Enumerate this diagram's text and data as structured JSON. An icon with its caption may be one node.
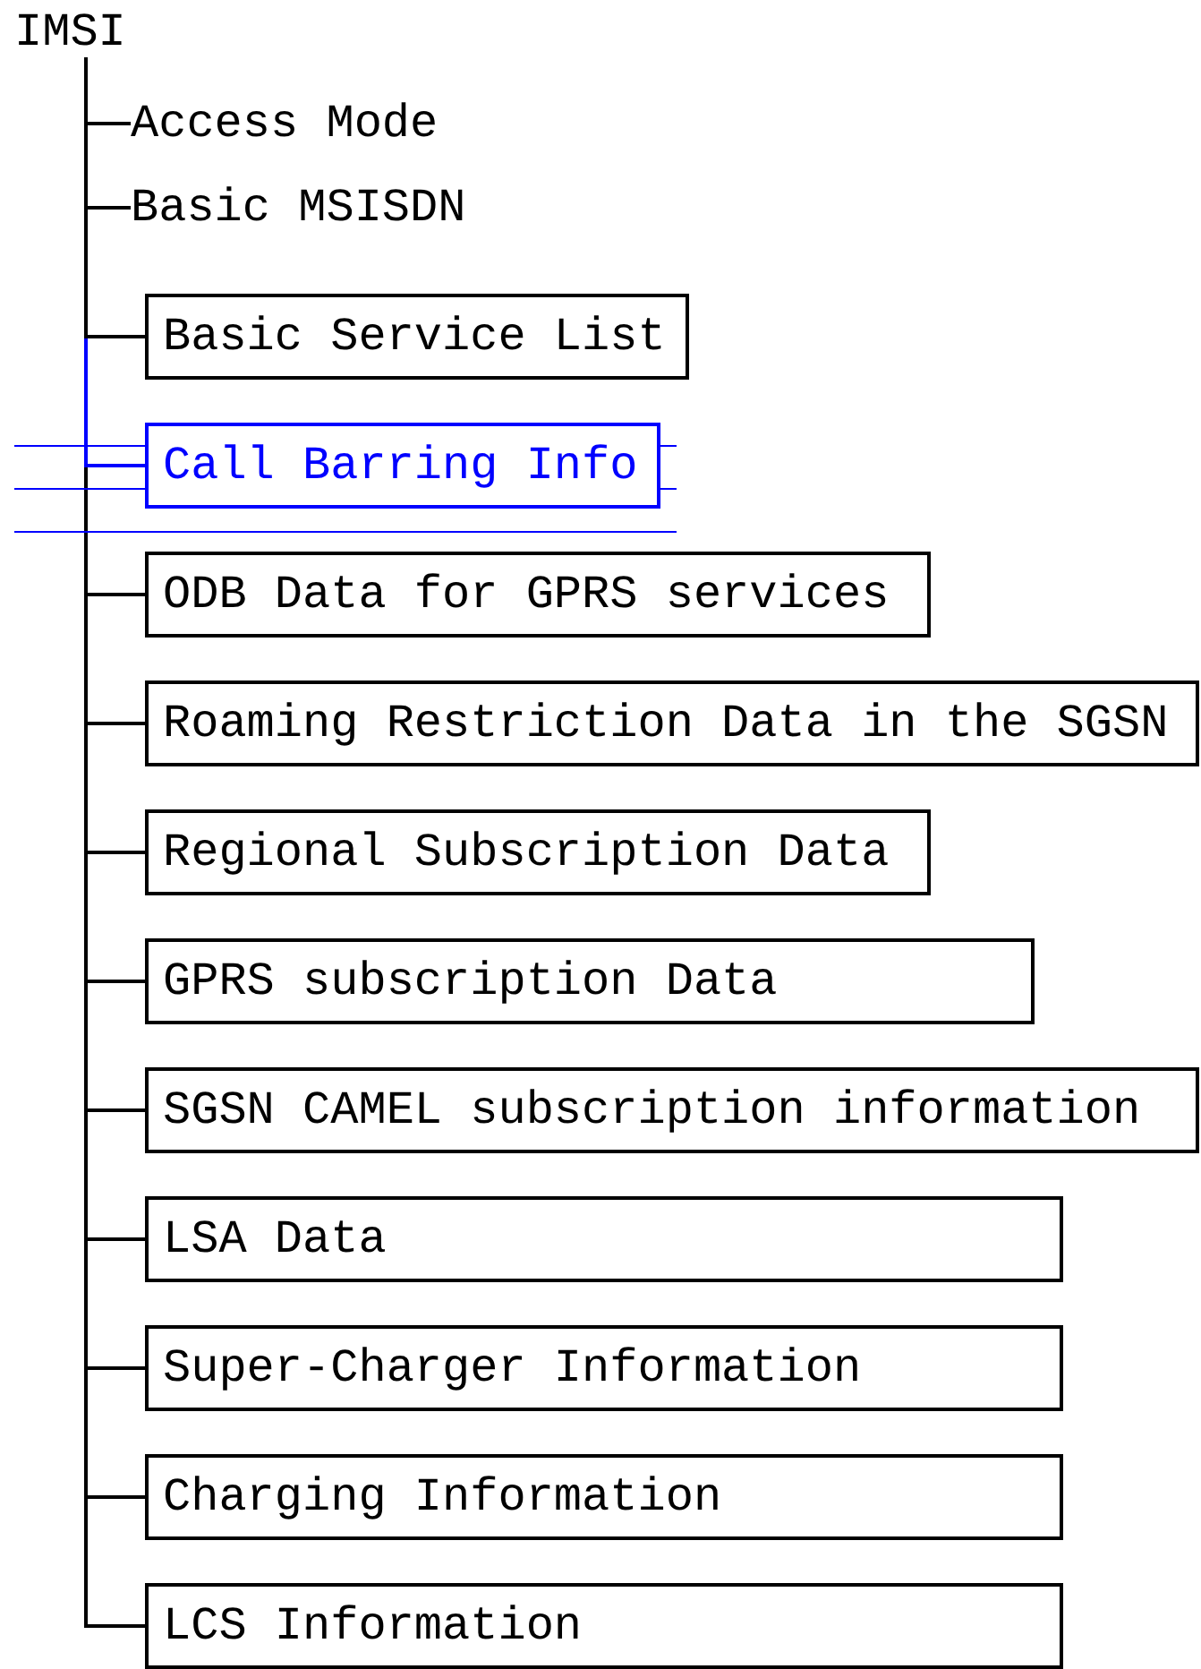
{
  "diagram": {
    "nodes": [
      {
        "text": [
          "IMSI"
        ]
      },
      {
        "text": [
          "Access Mode"
        ]
      },
      {
        "text": [
          "Basic MSISDN"
        ]
      },
      {
        "text": [
          "Basic Service List"
        ]
      },
      {
        "text": [
          "Call Barring Info"
        ]
      },
      {
        "text": [
          "ODB Data for GPRS services"
        ]
      },
      {
        "text": [
          "Roaming Restriction Data in the SGSN"
        ]
      },
      {
        "text": [
          "Regional Subscription Data"
        ]
      },
      {
        "text": [
          "GPRS subscription Data"
        ]
      },
      {
        "text": [
          "SGSN CAMEL subscription information"
        ]
      },
      {
        "text": [
          "LSA Data"
        ]
      },
      {
        "text": [
          "Super-Charger Information"
        ]
      },
      {
        "text": [
          "Charging Information"
        ]
      },
      {
        "text": [
          "LCS Information"
        ]
      }
    ],
    "edges": [
      {
        "from": 0,
        "to": 1,
        "arrow": "none"
      },
      {
        "from": 0,
        "to": 2,
        "arrow": "none"
      },
      {
        "from": 0,
        "to": 3,
        "arrow": "none"
      },
      {
        "from": 0,
        "to": 4,
        "arrow": "none",
        "color": "#0000ff"
      },
      {
        "from": 0,
        "to": 5,
        "arrow": "none"
      },
      {
        "from": 0,
        "to": 6,
        "arrow": "none"
      },
      {
        "from": 0,
        "to": 7,
        "arrow": "none"
      },
      {
        "from": 0,
        "to": 8,
        "arrow": "none"
      },
      {
        "from": 0,
        "to": 9,
        "arrow": "none"
      },
      {
        "from": 0,
        "to": 10,
        "arrow": "none"
      },
      {
        "from": 0,
        "to": 11,
        "arrow": "none"
      },
      {
        "from": 0,
        "to": 12,
        "arrow": "none"
      },
      {
        "from": 0,
        "to": 13,
        "arrow": "none"
      }
    ]
  }
}
